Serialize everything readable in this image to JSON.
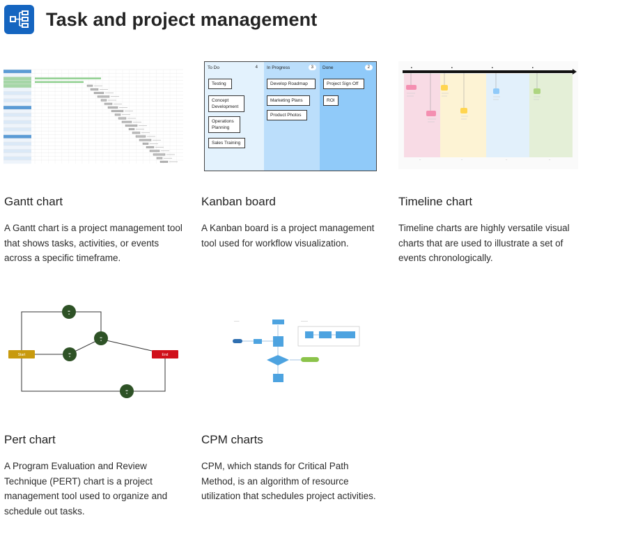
{
  "page": {
    "title": "Task and project management",
    "logo_icon": "flowchart-icon",
    "accent": "#1565c0"
  },
  "cards": [
    {
      "id": "gantt",
      "title": "Gantt chart",
      "description": "A Gantt chart is a project management tool that shows tasks, activities, or events across a specific timeframe."
    },
    {
      "id": "kanban",
      "title": "Kanban board",
      "description": "A Kanban board is a project management tool used for workflow visualization.",
      "board": {
        "columns": [
          {
            "name": "To Do",
            "count": "4",
            "cards": [
              "Testing",
              "Concept Development",
              "Operations Planning",
              "Sales Training"
            ]
          },
          {
            "name": "In Progress",
            "count": "3",
            "cards": [
              "Develop Roadmap",
              "Marketing Plans",
              "Product Photos"
            ]
          },
          {
            "name": "Done",
            "count": "2",
            "cards": [
              "Project Sign Off",
              "ROI"
            ]
          }
        ]
      }
    },
    {
      "id": "timeline",
      "title": "Timeline chart",
      "description": "Timeline charts are highly versatile visual charts that are used to illustrate a set of events chronologically."
    },
    {
      "id": "pert",
      "title": "Pert chart",
      "description": "A Program Evaluation and Review Technique (PERT) chart is a project management tool used to organize and schedule out tasks.",
      "nodes": {
        "start": "Start",
        "end": "End"
      }
    },
    {
      "id": "cpm",
      "title": "CPM charts",
      "description": "CPM, which stands for Critical Path Method, is an algorithm of resource utilization that schedules project activities."
    }
  ]
}
